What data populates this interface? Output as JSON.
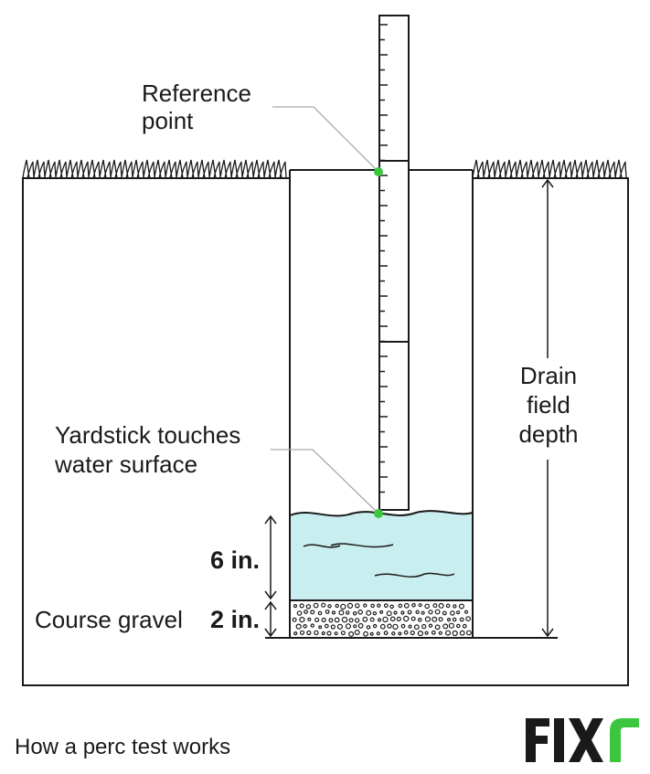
{
  "labels": {
    "reference_point_line1": "Reference",
    "reference_point_line2": "point",
    "yardstick_line1": "Yardstick touches",
    "yardstick_line2": "water surface",
    "drain_line1": "Drain",
    "drain_line2": "field",
    "drain_line3": "depth",
    "six_in": "6 in.",
    "two_in": "2 in.",
    "gravel": "Course gravel"
  },
  "caption": "How a perc test works",
  "logo_text": "FIXR",
  "colors": {
    "water": "#c9eeef",
    "marker_green": "#3cc640",
    "leader_gray": "#aaaaaa",
    "outline": "#1a1a1a",
    "logo_dark": "#1a1a1a",
    "logo_accent": "#3cc640"
  }
}
